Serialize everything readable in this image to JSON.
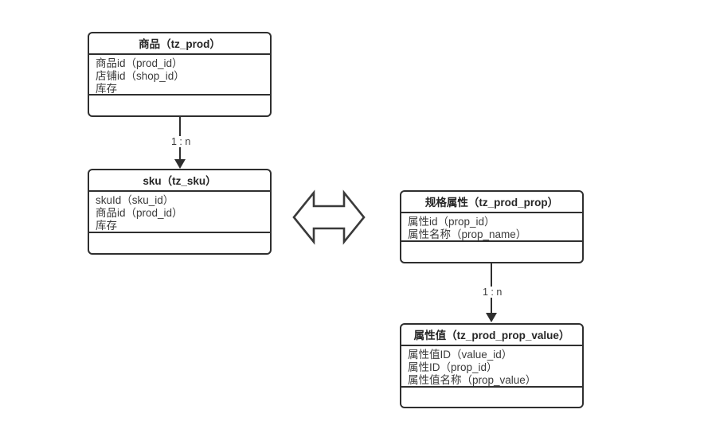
{
  "diagram": {
    "title": "product-sku-property-er-diagram",
    "background_color": "#ffffff",
    "line_color": "#2f2f2f",
    "text_color": "#3a3a3a"
  },
  "entities": [
    {
      "id": "tz_prod",
      "title": "商品（tz_prod）",
      "attributes": [
        "商品id（prod_id）",
        "店铺id（shop_id）",
        "库存"
      ]
    },
    {
      "id": "tz_sku",
      "title": "sku（tz_sku）",
      "attributes": [
        "skuId（sku_id）",
        "商品id（prod_id）",
        "库存"
      ]
    },
    {
      "id": "tz_prod_prop",
      "title": "规格属性（tz_prod_prop）",
      "attributes": [
        "属性id（prop_id）",
        "属性名称（prop_name）"
      ]
    },
    {
      "id": "tz_prod_prop_value",
      "title": "属性值（tz_prod_prop_value）",
      "attributes": [
        "属性值ID（value_id）",
        "属性ID（prop_id）",
        "属性值名称（prop_value）"
      ]
    }
  ],
  "relationships": [
    {
      "id": "prod-to-sku",
      "label": "1 : n",
      "from": "tz_prod",
      "to": "tz_sku"
    },
    {
      "id": "prop-to-prop-value",
      "label": "1 : n",
      "from": "tz_prod_prop",
      "to": "tz_prod_prop_value"
    }
  ],
  "connectors": {
    "bidirectional_arrow": {
      "name": "double-headed-arrow-icon",
      "between": [
        "tz_sku",
        "tz_prod_prop"
      ]
    }
  }
}
